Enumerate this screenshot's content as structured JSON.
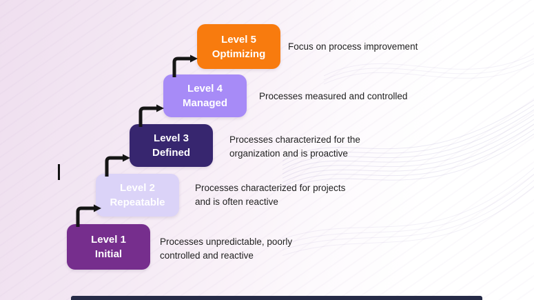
{
  "diagram": {
    "type": "maturity-staircase",
    "levels": [
      {
        "label_line1": "Level 5",
        "label_line2": "Optimizing",
        "desc_line1": "Focus on process improvement",
        "desc_line2": "",
        "box_color": "#f87b0e",
        "label_color": "#ffffff"
      },
      {
        "label_line1": "Level 4",
        "label_line2": "Managed",
        "desc_line1": "Processes measured and controlled",
        "desc_line2": "",
        "box_color": "#a78bf7",
        "label_color": "#ffffff"
      },
      {
        "label_line1": "Level 3",
        "label_line2": "Defined",
        "desc_line1": "Processes characterized for the",
        "desc_line2": "organization and is proactive",
        "box_color": "#37266f",
        "label_color": "#ffffff"
      },
      {
        "label_line1": "Level 2",
        "label_line2": "Repeatable",
        "desc_line1": "Processes characterized for projects",
        "desc_line2": "and is often reactive",
        "box_color": "#dbd3f8",
        "label_color": "#ffffff"
      },
      {
        "label_line1": "Level 1",
        "label_line2": "Initial",
        "desc_line1": "Processes unpredictable, poorly",
        "desc_line2": "controlled and reactive",
        "box_color": "#762e8d",
        "label_color": "#ffffff"
      }
    ],
    "arrow_color": "#151515",
    "description_text_color": "#1f1f1f",
    "bottom_bar_color": "#262b47",
    "background_left_color": "#efdfef",
    "background_right_color": "#ffffff"
  }
}
